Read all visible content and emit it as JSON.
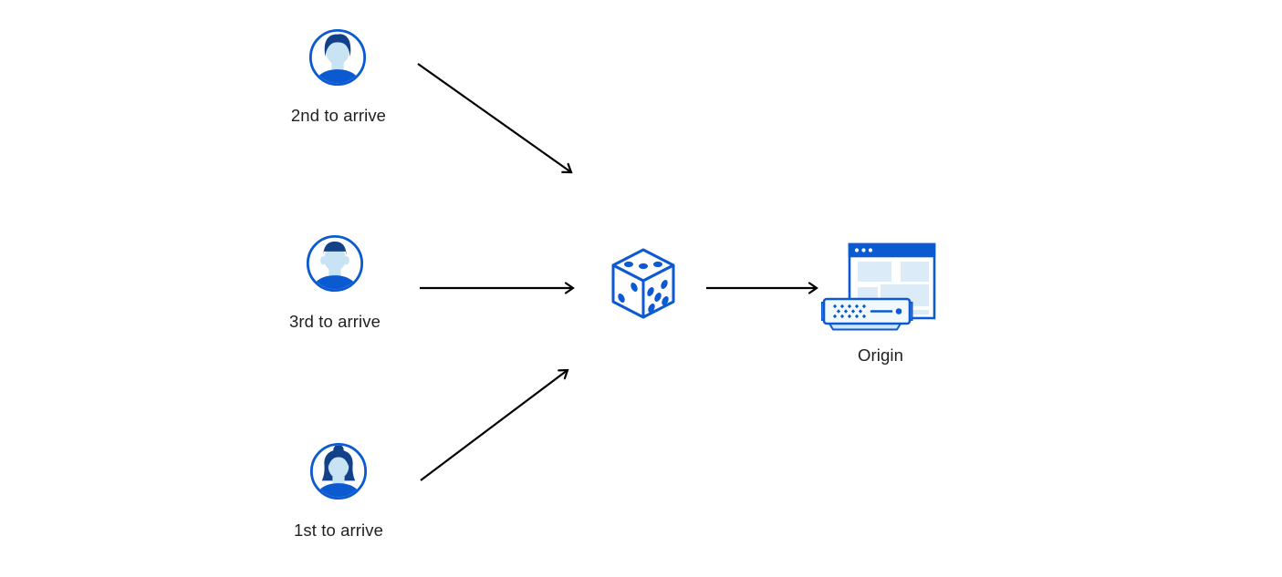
{
  "colors": {
    "primary_blue": "#0b5ad1",
    "navy": "#12418a",
    "face": "#c7e3f4",
    "light_block": "#dcebf8",
    "server_fill": "#f2f9fd",
    "server_base": "#cfe6f6",
    "text": "#1d1f21",
    "arrow": "#000000",
    "background": "#ffffff"
  },
  "nodes": {
    "visitor_top": {
      "label": "2nd to arrive",
      "icon": "user-avatar-male-wavy-hair-icon"
    },
    "visitor_middle": {
      "label": "3rd to arrive",
      "icon": "user-avatar-male-flat-hair-icon"
    },
    "visitor_bottom": {
      "label": "1st to arrive",
      "icon": "user-avatar-female-bun-icon"
    },
    "dice": {
      "icon": "dice-icon"
    },
    "origin": {
      "label": "Origin",
      "icon": "origin-server-browser-icon"
    }
  },
  "edges": [
    {
      "from": "visitor_top",
      "to": "dice"
    },
    {
      "from": "visitor_middle",
      "to": "dice"
    },
    {
      "from": "visitor_bottom",
      "to": "dice"
    },
    {
      "from": "dice",
      "to": "origin"
    }
  ]
}
